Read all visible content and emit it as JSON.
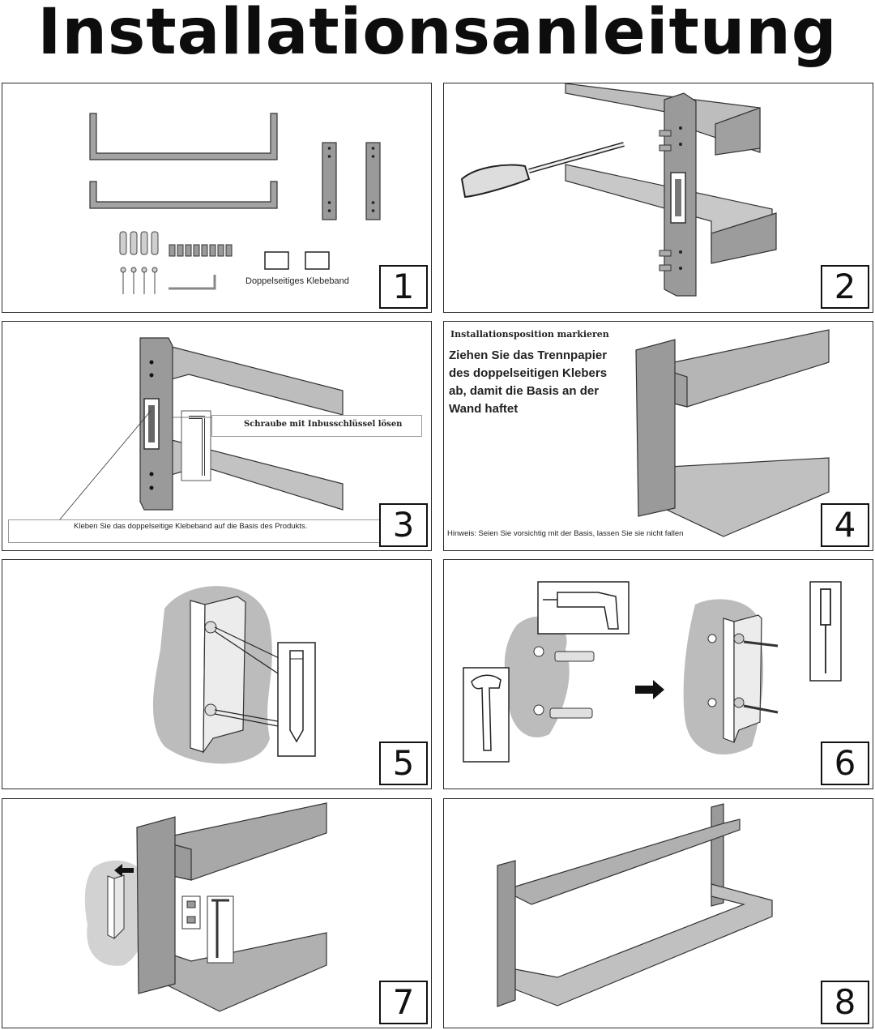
{
  "title": "Installationsanleitung",
  "steps": [
    {
      "number": "1",
      "caption": "Doppelseitiges Klebeband"
    },
    {
      "number": "2"
    },
    {
      "number": "3",
      "caption_top": "Schraube mit Inbusschlüssel lösen",
      "caption_bottom": "Kleben Sie das doppelseitige Klebeband auf die Basis des Produkts."
    },
    {
      "number": "4",
      "heading": "Installationsposition markieren",
      "lines": [
        "Ziehen Sie das Trennpapier",
        "des doppelseitigen Klebers",
        "ab, damit die Basis an der",
        "Wand haftet"
      ],
      "note": "Hinweis: Seien Sie vorsichtig mit der Basis, lassen Sie sie nicht fallen"
    },
    {
      "number": "5"
    },
    {
      "number": "6"
    },
    {
      "number": "7"
    },
    {
      "number": "8"
    }
  ],
  "colors": {
    "metal": "#9a9a9a",
    "metal_dark": "#7c7c7c",
    "outline": "#333333",
    "wall": "#b5b5b5",
    "paper": "#ffffff"
  }
}
